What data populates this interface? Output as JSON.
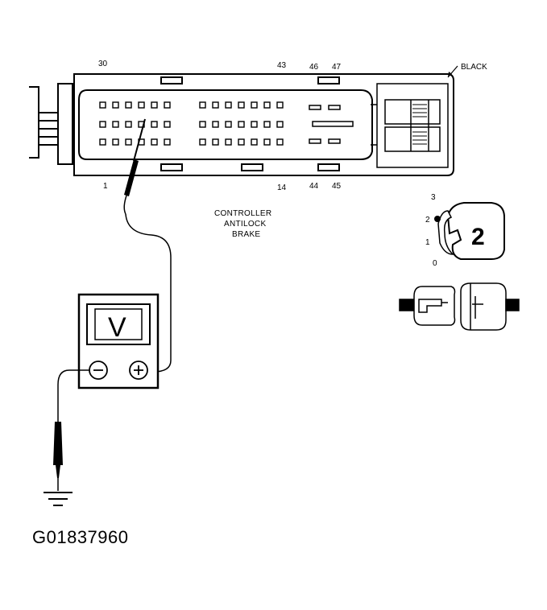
{
  "figure_id": "G01837960",
  "connector": {
    "pin_labels": {
      "top_left": "30",
      "top_mid": "43",
      "top_46": "46",
      "top_47": "47",
      "bottom_left": "1",
      "bottom_mid": "14",
      "bottom_44": "44",
      "bottom_45": "45"
    },
    "color_callout": "BLACK"
  },
  "controller_label": {
    "line1": "CONTROLLER",
    "line2": "ANTILOCK",
    "line3": "BRAKE"
  },
  "voltmeter": {
    "display_glyph": "V",
    "negative_glyph": "⊖",
    "positive_glyph": "⊕"
  },
  "ignition_key": {
    "number": "2",
    "positions": [
      "3",
      "2",
      "1",
      "0"
    ]
  },
  "icons": [
    "ground-symbol-icon",
    "test-probe-icon",
    "ignition-key-icon",
    "connector-icon"
  ]
}
